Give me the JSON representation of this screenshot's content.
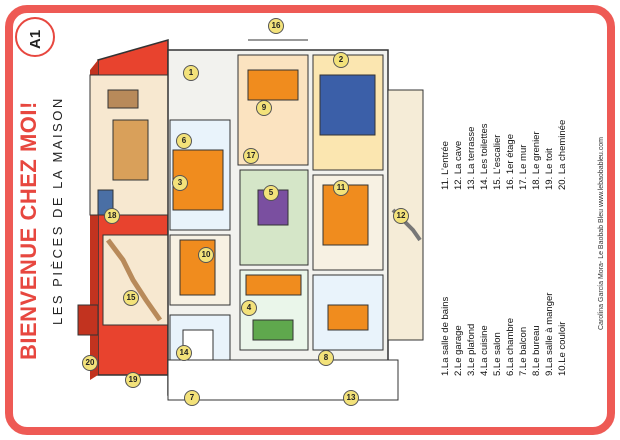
{
  "header": {
    "title": "BIENVENUE CHEZ MOI!",
    "subtitle": "LES PIÈCES DE LA MAISON",
    "level": "A1"
  },
  "credit": "Carolina García Mora- Le Baobab Bleu  www.lebaobableu.com",
  "vocabulary": [
    "1.La salle de bains",
    "2.Le garage",
    "3.Le plafond",
    "4.La cuisine",
    "5.Le salon",
    "6.La chambre",
    "7.Le balcon",
    "8.Le bureau",
    "9.La salle à manger",
    "10.Le couloir",
    "11.   L’entrée",
    "12.   La cave",
    "13.   La terrasse",
    "14.   Les toilettes",
    "15.   L’escalier",
    "16.   1er étage",
    "17.   Le mur",
    "18.   Le grenier",
    "19.   Le toit",
    "20.   La cheminée"
  ],
  "labels": [
    "1",
    "2",
    "3",
    "4",
    "5",
    "6",
    "7",
    "8",
    "9",
    "10",
    "11",
    "12",
    "13",
    "14",
    "15",
    "16",
    "17",
    "18",
    "19",
    "20"
  ],
  "colors": {
    "accent": "#e7473f",
    "roof": "#e8432e",
    "wall": "#f2f2ee",
    "door": "#f08c1e"
  }
}
